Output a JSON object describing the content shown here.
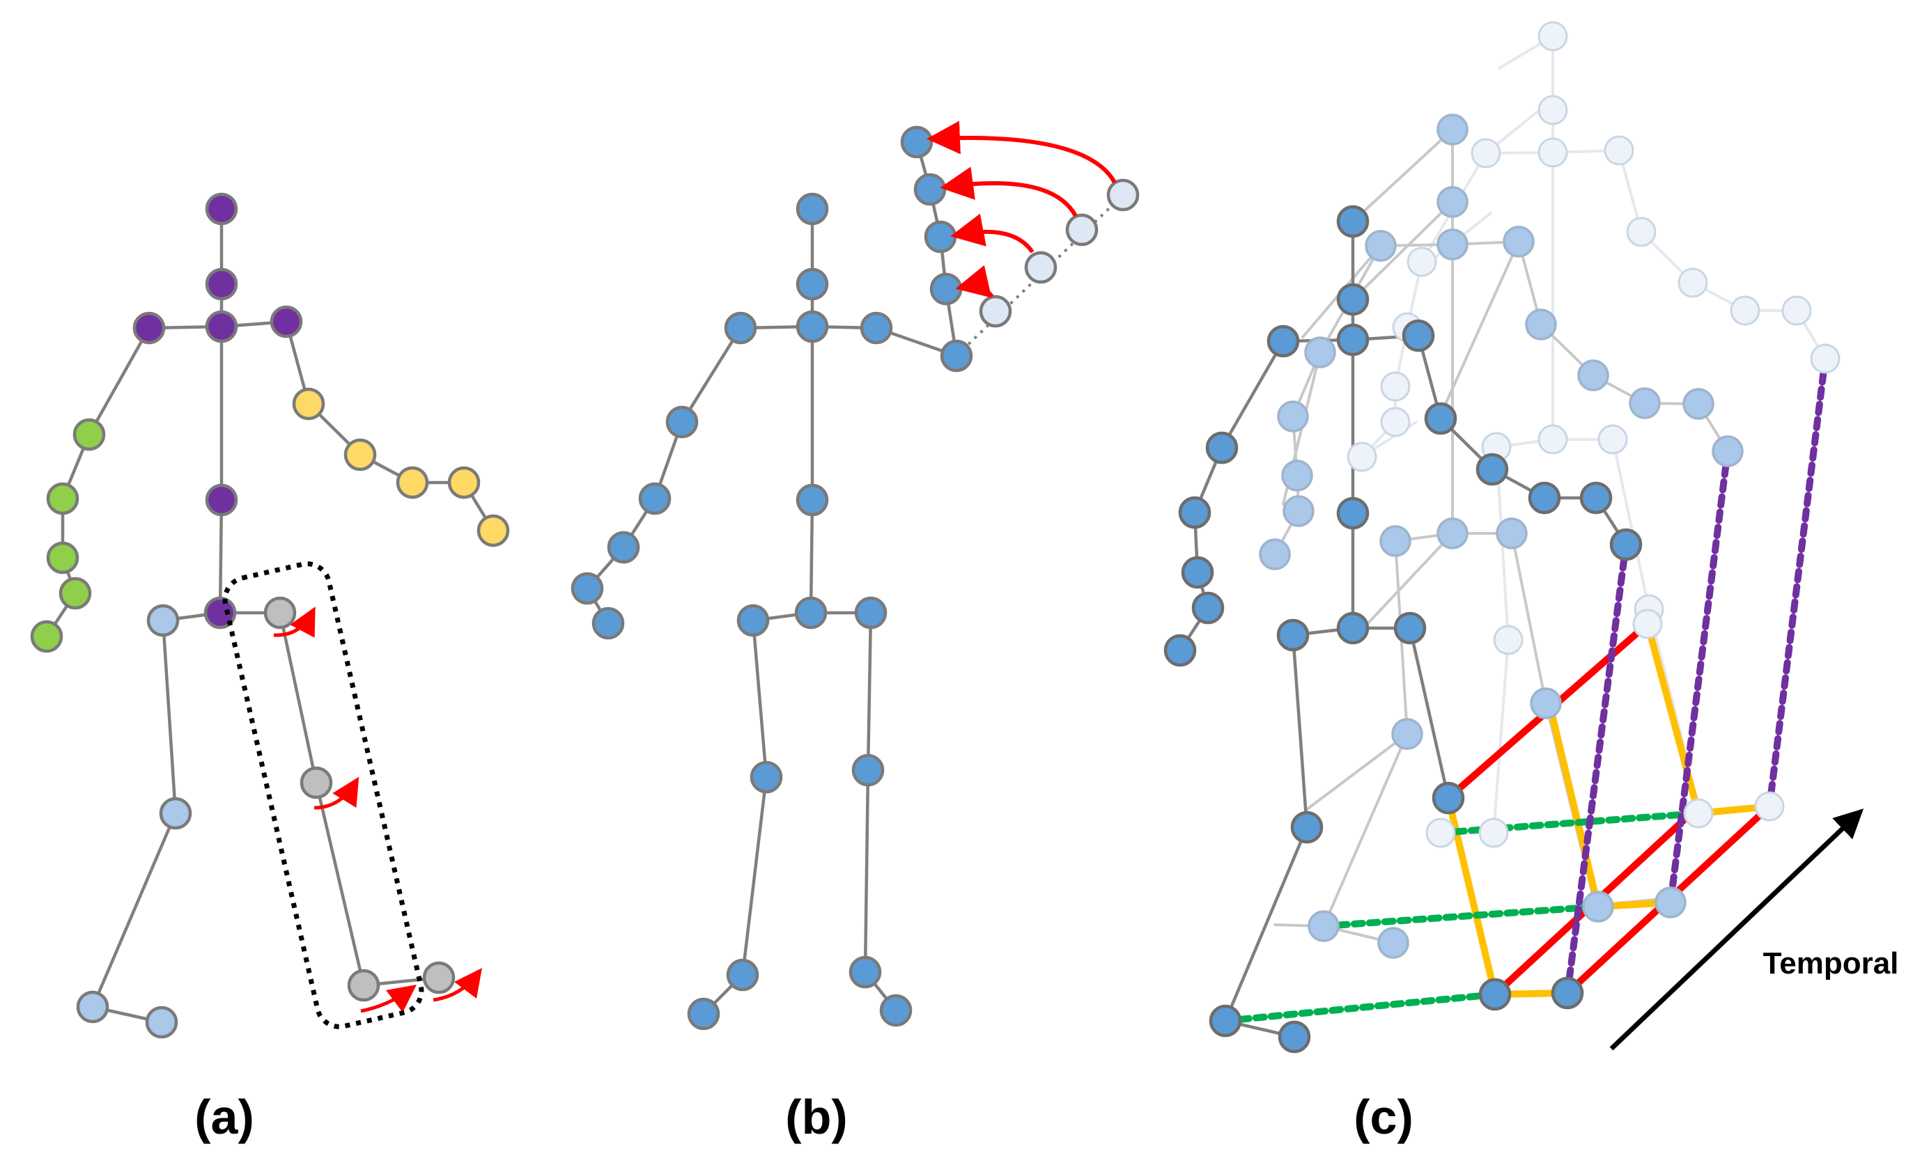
{
  "captions": {
    "a": "(a)",
    "b": "(b)",
    "c": "(c)"
  },
  "temporal_label": "Temporal",
  "colors": {
    "torso": "#7030a0",
    "left_arm": "#8fcf4a",
    "right_arm": "#ffd966",
    "leg": "#a9c8ea",
    "highlight_gray": "#bfbfbf",
    "joint_blue": "#5b9bd5",
    "faint_joint": "#dde8f4",
    "rotation_arrow": "#ff0000",
    "dotted_box": "#000000",
    "edge_red": "#ff0000",
    "edge_yellow": "#ffc000",
    "edge_green_dotted": "#00b050",
    "edge_purple_dotted": "#7030a0",
    "bone": "#7f7f7f"
  }
}
